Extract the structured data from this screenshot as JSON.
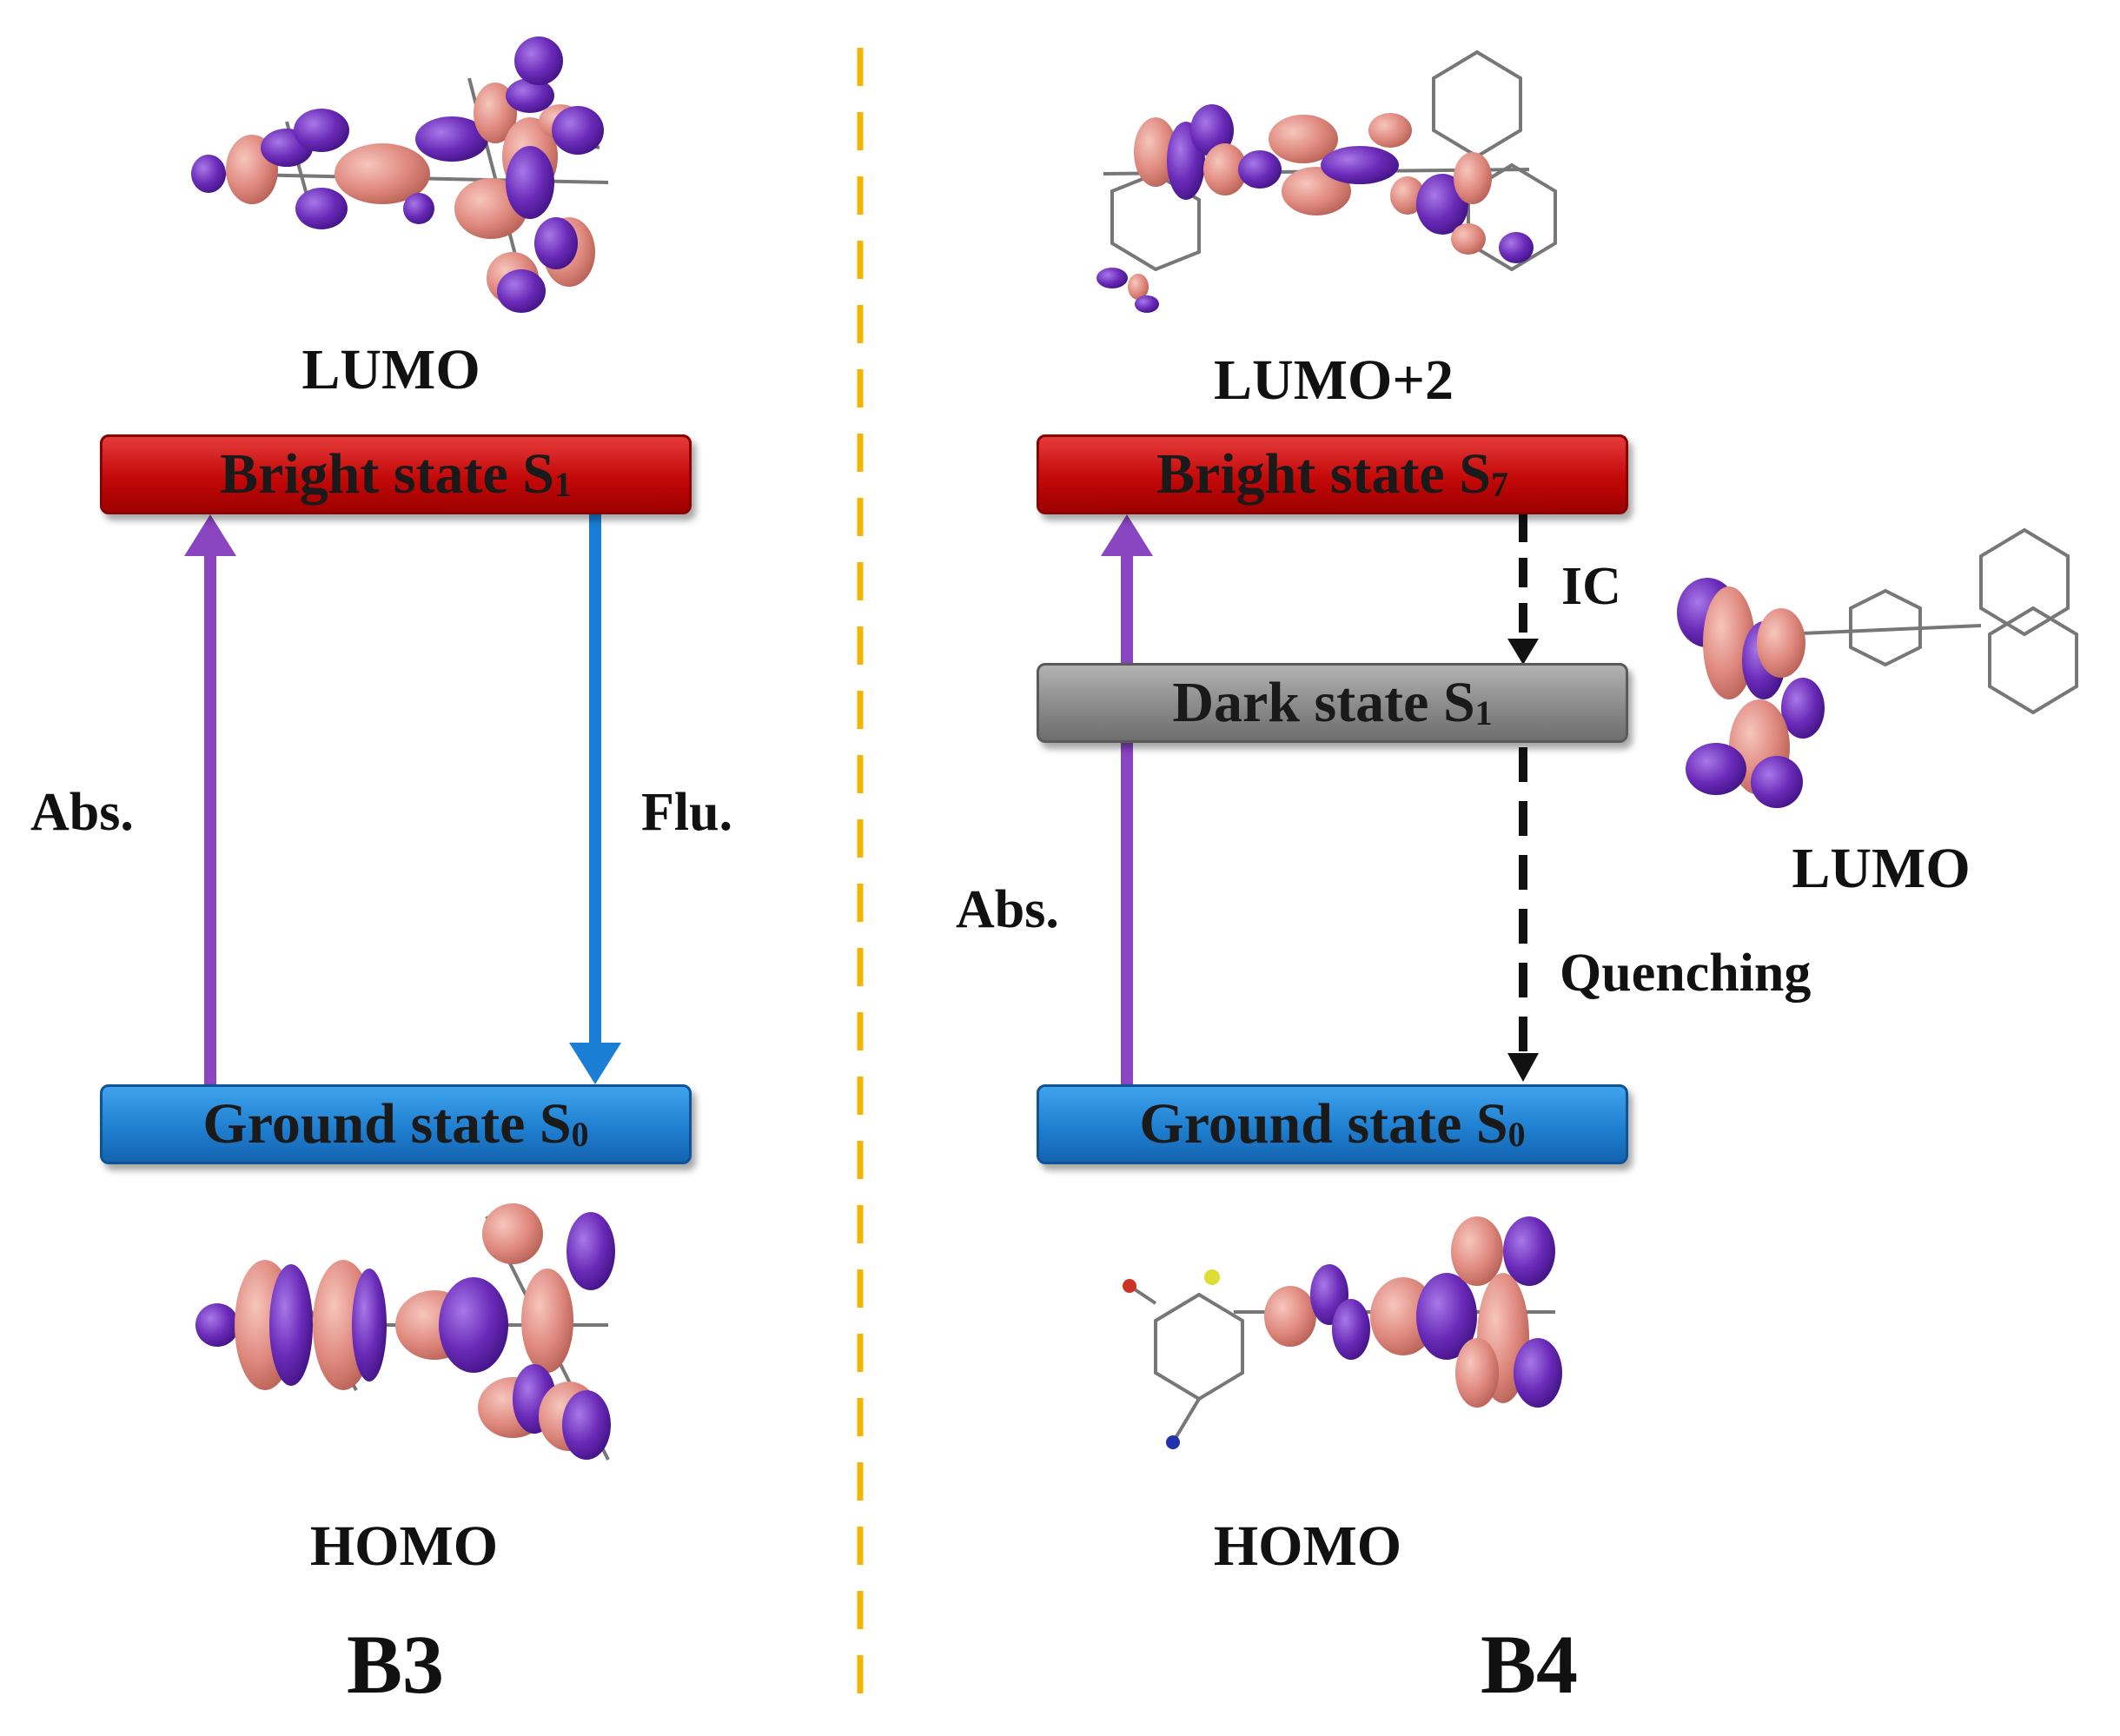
{
  "colors": {
    "bright_state": "#c40808",
    "ground_state": "#1f7fd0",
    "dark_state": "#8a8a8a",
    "absorption_arrow": "#8a45c0",
    "fluorescence_arrow": "#1a7fd4",
    "divider": "#f5b400",
    "orbital_positive": "#e08a80",
    "orbital_negative": "#6a2bb8"
  },
  "panel_b3": {
    "lumo_label": "LUMO",
    "homo_label": "HOMO",
    "bright_state": {
      "text": "Bright state S",
      "sub": "1"
    },
    "ground_state": {
      "text": "Ground state S",
      "sub": "0"
    },
    "absorption_label": "Abs.",
    "fluorescence_label": "Flu.",
    "panel_label": "B3"
  },
  "panel_b4": {
    "lumo2_label": "LUMO+2",
    "lumo_label": "LUMO",
    "homo_label": "HOMO",
    "bright_state": {
      "text": "Bright state S",
      "sub": "7"
    },
    "dark_state": {
      "text": "Dark state S",
      "sub": "1"
    },
    "ground_state": {
      "text": "Ground state S",
      "sub": "0"
    },
    "absorption_label": "Abs.",
    "ic_label": "IC",
    "quenching_label": "Quenching",
    "panel_label": "B4"
  }
}
